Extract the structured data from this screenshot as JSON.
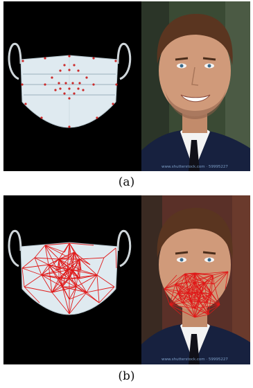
{
  "captions": {
    "a": "(a)",
    "b": "(b)"
  },
  "watermark": "www.shutterstock.com · 59995227",
  "colors": {
    "panel_bg": "#000000",
    "mask_fill": "#dfeaf0",
    "mask_pleat": "#a9bcc6",
    "landmark": "#cc2a2a",
    "mesh_line": "#e01818",
    "suit": "#17213f",
    "shirt": "#f3f3f3",
    "skin": "#d09a7a",
    "hair": "#5a3520"
  },
  "figure": {
    "a": {
      "mask_landmarks": "red-dots",
      "face_photo": "smiling-man-portrait"
    },
    "b": {
      "mask_mesh": "red-triangulation",
      "face_photo": "portrait-with-mesh-overlay"
    }
  }
}
